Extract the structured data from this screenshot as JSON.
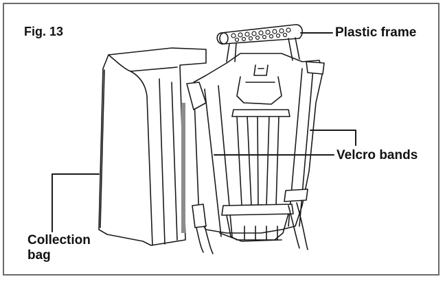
{
  "figure": {
    "label": "Fig. 13",
    "callouts": {
      "plastic_frame": "Plastic frame",
      "velcro_bands": "Velcro bands",
      "collection_bag_line1": "Collection",
      "collection_bag_line2": "bag"
    }
  },
  "colors": {
    "stroke": "#1a1a1a",
    "border": "#6a6a6a",
    "fill": "#ffffff",
    "stripe": "#8c8c8c"
  }
}
